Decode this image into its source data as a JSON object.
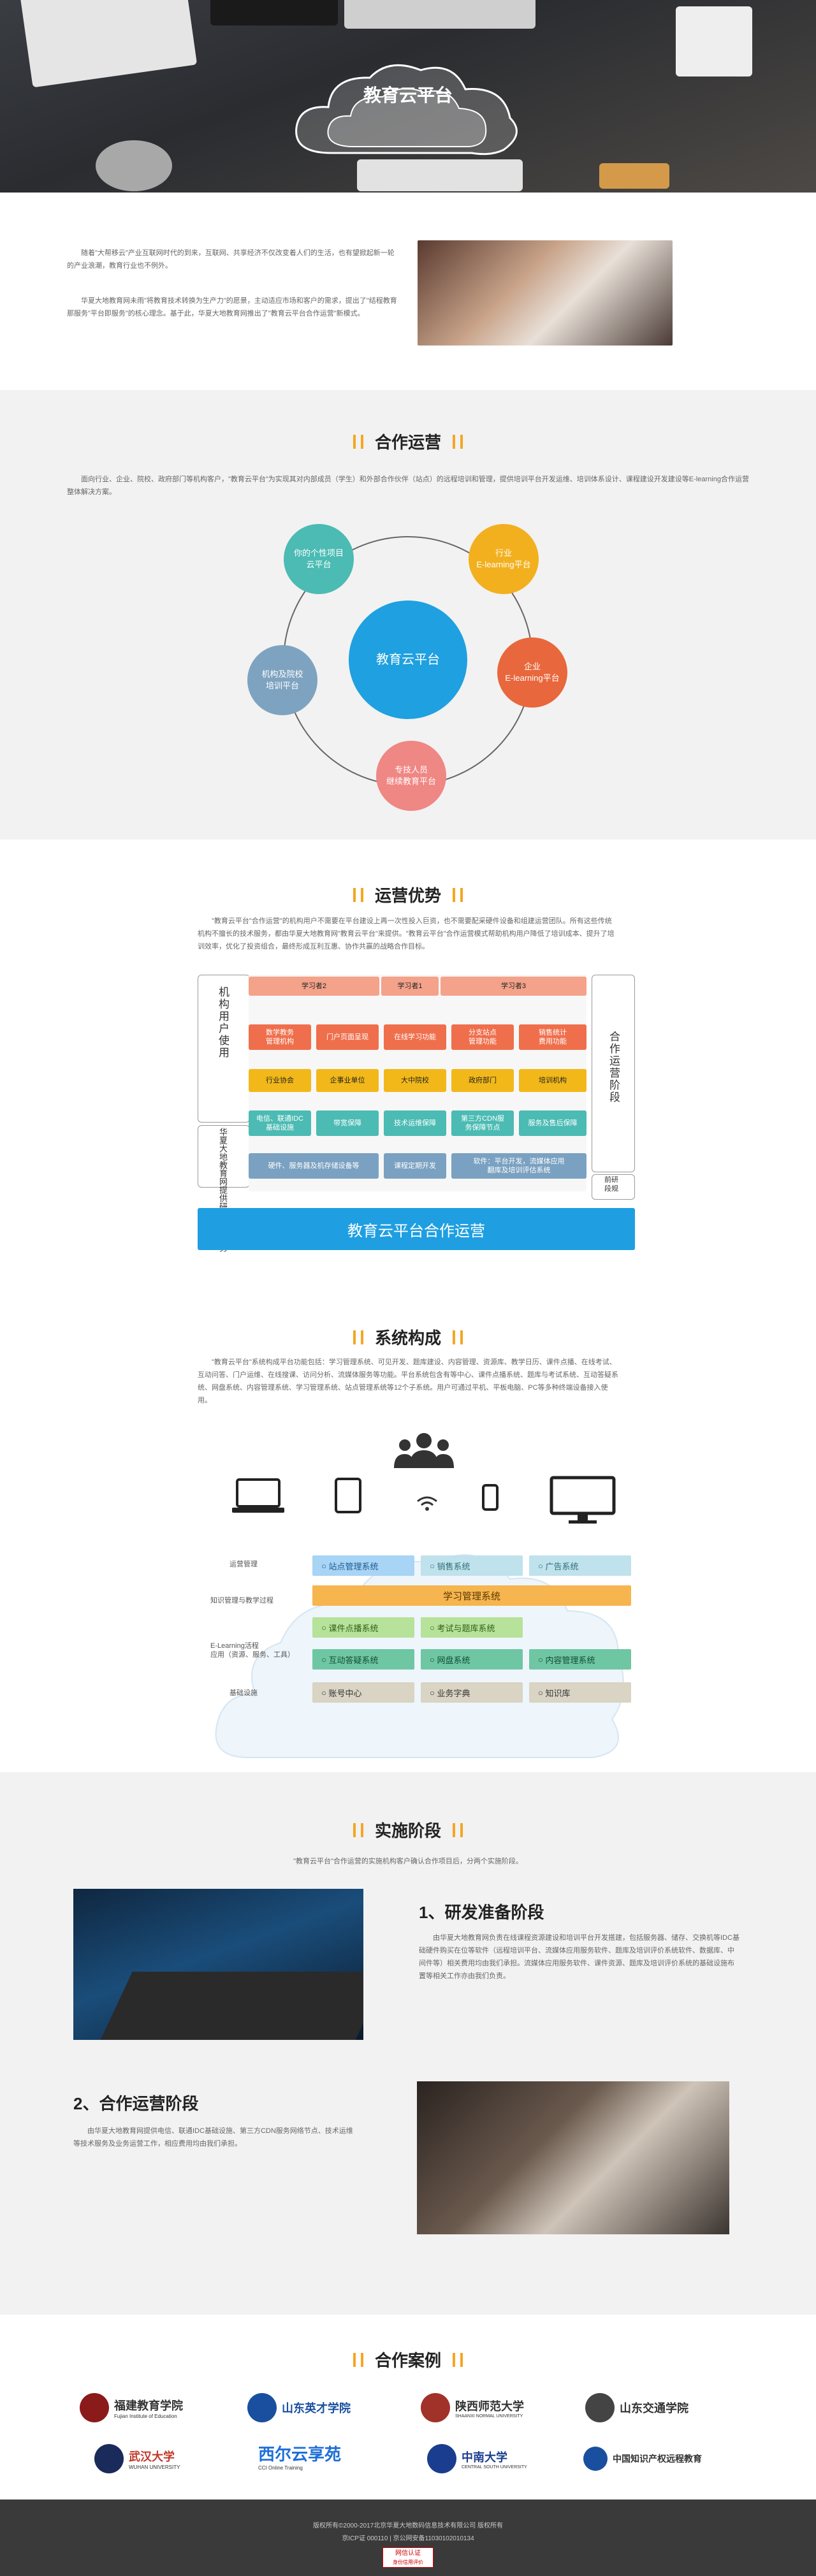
{
  "hero": {
    "title": "教育云平台"
  },
  "intro": {
    "para1": "随着\"大帮移云\"产业互联网时代的到来，互联网、共享经济不仅改变着人们的生活，也有望掀起新一轮的产业浪潮，教育行业也不例外。",
    "para2": "华夏大地教育网未雨\"将教育技术转换为生产力\"的愿景，主动适应市场和客户的需求，提出了\"结程教育那服务\"平台即服务\"的核心理念。基于此，华夏大地教育网推出了\"教育云平台合作运营\"新模式。"
  },
  "coop": {
    "title": "合作运营",
    "desc": "面向行业、企业、院校、政府部门等机构客户，\"教育云平台\"为实现其对内部成员（学生）和外部合作伙伴（站点）的远程培训和管理，提供培训平台开发运维、培训体系设计、课程建设开发建设等E-learning合作运营整体解决方案。",
    "center": "教育云平台",
    "nodes": [
      "你的个性项目\n云平台",
      "行业\nE-learning平台",
      "企业\nE-learning平台",
      "专技人员\n继续教育平台",
      "机构及院校\n培训平台"
    ]
  },
  "adv": {
    "title": "运营优势",
    "desc": "\"教育云平台\"合作运营\"的机构用户不需要在平台建设上再一次性投入巨资，也不需要配采硬件设备和组建运营团队。所有这些传统机构不擅长的技术服务，都由华夏大地教育网\"教育云平台\"来提供。\"教育云平台\"合作运营模式帮助机构用户降低了培训成本、提升了培训效率，优化了投资组合，最终形成互利互惠、协作共赢的战略合作目标。",
    "left_top": "机构用户使用",
    "left_bottom": "华夏大地教育网提供研发运营服务",
    "right_top": "合作运营阶段",
    "right_bottom": "前研段规",
    "row1": [
      "学习者2",
      "学习者1",
      "学习者3"
    ],
    "row2": [
      "数学教务\n管理机构",
      "门户页面呈现",
      "在线学习功能",
      "分支站点\n管理功能",
      "销售统计\n费用功能"
    ],
    "row3": [
      "行业协会",
      "企事业单位",
      "大中院校",
      "政府部门",
      "培训机构"
    ],
    "row4": [
      "电信、联通IDC\n基础设施",
      "带宽保障",
      "技术运维保障",
      "第三方CDN服\n务保障节点",
      "服务及售后保障"
    ],
    "row5": [
      "硬件、服务器及机存储设备等",
      "课程定期开发",
      "软件：平台开发，流媒体应用\n翻库及培训评估系统"
    ],
    "banner": "教育云平台合作运营"
  },
  "sys": {
    "title": "系统构成",
    "desc": "\"教育云平台\"系统构成平台功能包括：学习管理系统、可见开发、题库建设、内容管理、资源库、教学日历、课件点播、在线考试、互动问答、门户运维、在线搜课、访问分析、流媒体服务等功能。平台系统包含有等中心、课件点播系统、题库与考试系统、互动答疑系统、网盘系统、内容管理系统、学习管理系统、站点管理系统等12个子系统。用户可通过平机、平板电脑、PC等多种终端设备接入使用。",
    "left_labels": [
      "运营管理",
      "知识管理与教学过程",
      "E-Learning活程\n应用（资源、服务、工具）",
      "基础设施"
    ],
    "row1": [
      "站点管理系统",
      "销售系统",
      "广告系统"
    ],
    "row2": "学习管理系统",
    "row3": [
      "课件点播系统",
      "考试与题库系统"
    ],
    "row4": [
      "互动答疑系统",
      "网盘系统",
      "内容管理系统"
    ],
    "row5": [
      "账号中心",
      "业务字典",
      "知识库"
    ]
  },
  "stage": {
    "title": "实施阶段",
    "desc": "\"教育云平台\"合作运营的实施机构客户确认合作项目后，分两个实施阶段。",
    "s1_title": "1、研发准备阶段",
    "s1_desc": "由华夏大地教育网负责在线课程资源建设和培训平台开发搭建，包括服务器、储存、交换机等IDC基础硬件购买在位等软件（远程培训平台、流媒体应用服务软件、题库及培训评价系统软件、数据库、中间件等）相关费用均由我们承担。流媒体应用服务软件、课件资源、题库及培训评价系统的基础设施布置等相关工作亦由我们负责。",
    "s2_title": "2、合作运营阶段",
    "s2_desc": "由华夏大地教育网提供电信、联通IDC基础设施、第三方CDN服务网络节点、技术运维等技术服务及业务运营工作，相应费用均由我们承担。"
  },
  "cases": {
    "title": "合作案例",
    "logos": [
      {
        "name": "福建教育学院",
        "sub": "Fujian Institute of Education",
        "color": "#8b1a1a"
      },
      {
        "name": "山东英才学院",
        "sub": "",
        "color": "#1a4fa0"
      },
      {
        "name": "陕西师范大学",
        "sub": "SHAANXI NORMAL UNIVERSITY",
        "color": "#a0322a"
      },
      {
        "name": "山东交通学院",
        "sub": "",
        "color": "#333333"
      },
      {
        "name": "武汉大学",
        "sub": "WUHAN UNIVERSITY",
        "color": "#c0392b"
      },
      {
        "name": "西尔云享苑",
        "sub": "CCI Online Training",
        "color": "#1e6fd9"
      },
      {
        "name": "中南大学",
        "sub": "CENTRAL SOUTH UNIVERSITY",
        "color": "#1a3d8f"
      },
      {
        "name": "中国知识产权远程教育",
        "sub": "",
        "color": "#1a4fa0"
      }
    ]
  },
  "footer": {
    "line1": "版权所有©2000-2017北京华夏大地数码信息技术有限公司 版权所有",
    "line2": "京ICP证 000110 | 京公网安备11030102010134",
    "badge_top": "网信认证",
    "badge_bottom": "身份信用评价"
  }
}
